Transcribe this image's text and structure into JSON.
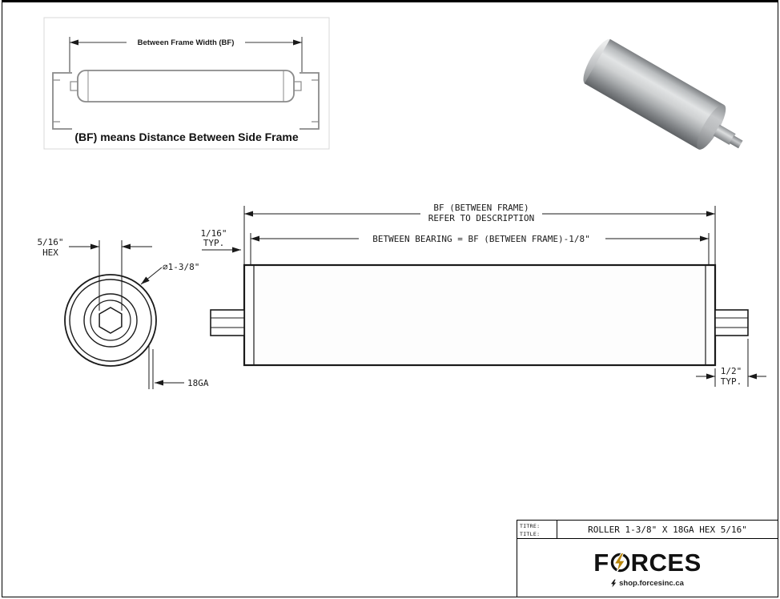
{
  "colors": {
    "line": "#1a1a1a",
    "brand_gold": "#b8860b"
  },
  "inset": {
    "dim_label": "Between Frame Width (BF)",
    "caption": "(BF) means Distance Between Side Frame"
  },
  "end_view": {
    "hex_size": "5/16\"",
    "hex_word": "HEX",
    "diameter": "⌀1-3/8\"",
    "gauge": "18GA"
  },
  "side_view": {
    "bf_line1": "BF (BETWEEN FRAME)",
    "bf_line2": "REFER TO DESCRIPTION",
    "between_bearing": "BETWEEN BEARING = BF (BETWEEN FRAME)-1/8\"",
    "left_typ_value": "1/16\"",
    "left_typ_word": "TYP.",
    "right_typ_value": "1/2\"",
    "right_typ_word": "TYP."
  },
  "title_block": {
    "label_fr": "TITRE:",
    "label_en": "TITLE:",
    "title": "ROLLER 1-3/8\" X 18GA HEX 5/16\"",
    "brand_f": "F",
    "brand_rest": "RCES",
    "website": "shop.forcesinc.ca"
  }
}
